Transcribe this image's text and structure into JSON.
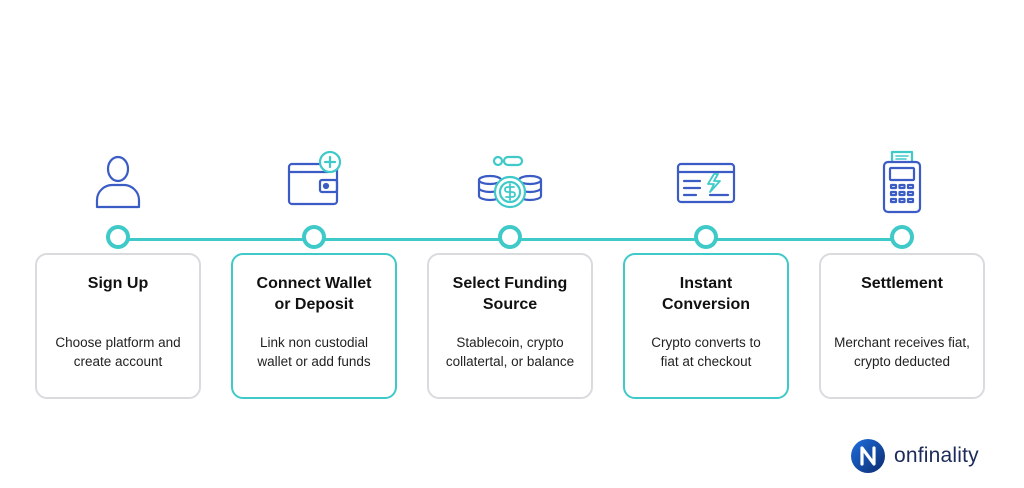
{
  "steps": [
    {
      "title_line1": "Sign Up",
      "title_line2": "",
      "desc_line1": "Choose platform and",
      "desc_line2": "create account",
      "icon": "user-icon",
      "highlight": false
    },
    {
      "title_line1": "Connect Wallet",
      "title_line2": "or Deposit",
      "desc_line1": "Link non custodial",
      "desc_line2": "wallet or add funds",
      "icon": "wallet-plus-icon",
      "highlight": true
    },
    {
      "title_line1": "Select Funding",
      "title_line2": "Source",
      "desc_line1": "Stablecoin, crypto",
      "desc_line2": "collatertal, or balance",
      "icon": "coins-icon",
      "highlight": false
    },
    {
      "title_line1": "Instant",
      "title_line2": "Conversion",
      "desc_line1": "Crypto converts to",
      "desc_line2": "fiat at checkout",
      "icon": "card-lightning-icon",
      "highlight": true
    },
    {
      "title_line1": "Settlement",
      "title_line2": "",
      "desc_line1": "Merchant receives fiat,",
      "desc_line2": "crypto deducted",
      "icon": "pos-terminal-icon",
      "highlight": false
    }
  ],
  "brand": {
    "name": "onfinality",
    "icon": "onfinality-logo-icon"
  },
  "colors": {
    "accent": "#3fc9c9",
    "icon_stroke": "#3a5cc4",
    "card_border": "#d9dbde",
    "brand_dark": "#1c2b5a",
    "brand_blue": "#1e6fe0"
  }
}
